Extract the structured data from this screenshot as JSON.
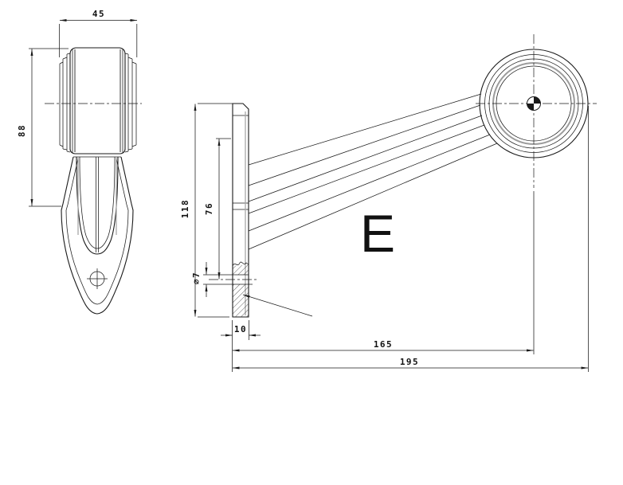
{
  "drawing": {
    "approval_letter": "E",
    "colors": {
      "line": "#1a1a1a",
      "gray": "#9c9c9c",
      "background": "#ffffff"
    },
    "dims": {
      "lamp_width": "45",
      "lamp_height": "88",
      "bracket_height": "118",
      "hole_center_offset": "76",
      "hole_diameter": "⌀7",
      "plate_thickness": "10",
      "lamp_center_distance": "165",
      "overall_length": "195"
    }
  }
}
